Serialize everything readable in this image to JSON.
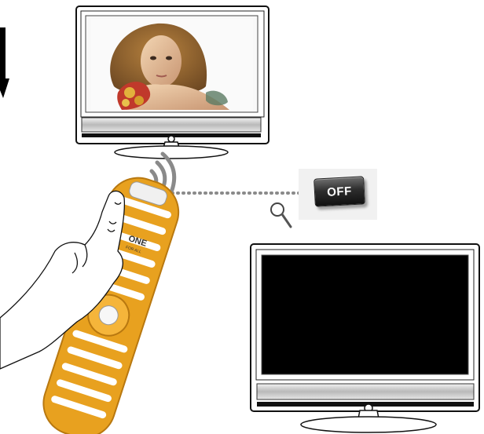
{
  "off_button": {
    "label": "OFF"
  },
  "remote": {
    "brand": "ONE",
    "brand_sub": "FOR ALL"
  },
  "icons": {
    "tv_on": "television-on-icon",
    "tv_off": "television-off-icon",
    "signal": "signal-waves-icon",
    "zoom": "magnifier-icon",
    "hand": "hand-pointing-icon",
    "remote": "remote-control-icon"
  },
  "colors": {
    "remote_orange": "#e8a11f",
    "screen_off": "#000000",
    "tv_frame": "#ffffff",
    "signal_gray": "#8a8a8a"
  }
}
